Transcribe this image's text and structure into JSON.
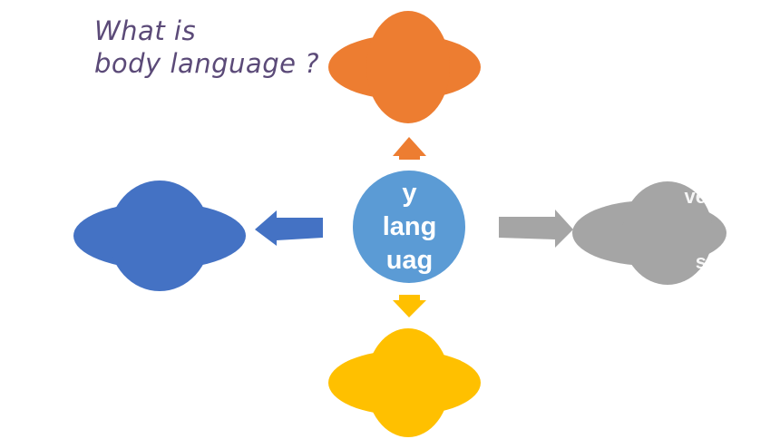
{
  "question": {
    "line1": "What is",
    "line2": "body language ?"
  },
  "center": {
    "lines": [
      "y",
      "lang",
      "uag"
    ]
  },
  "right_node": {
    "lines": [
      "ve",
      "",
      "",
      "s"
    ]
  },
  "colors": {
    "top": "#ED7D31",
    "left": "#4472C4",
    "right": "#A5A5A5",
    "bottom": "#FFC000",
    "center": "#5B9BD5",
    "question_text": "#5B4A78"
  }
}
